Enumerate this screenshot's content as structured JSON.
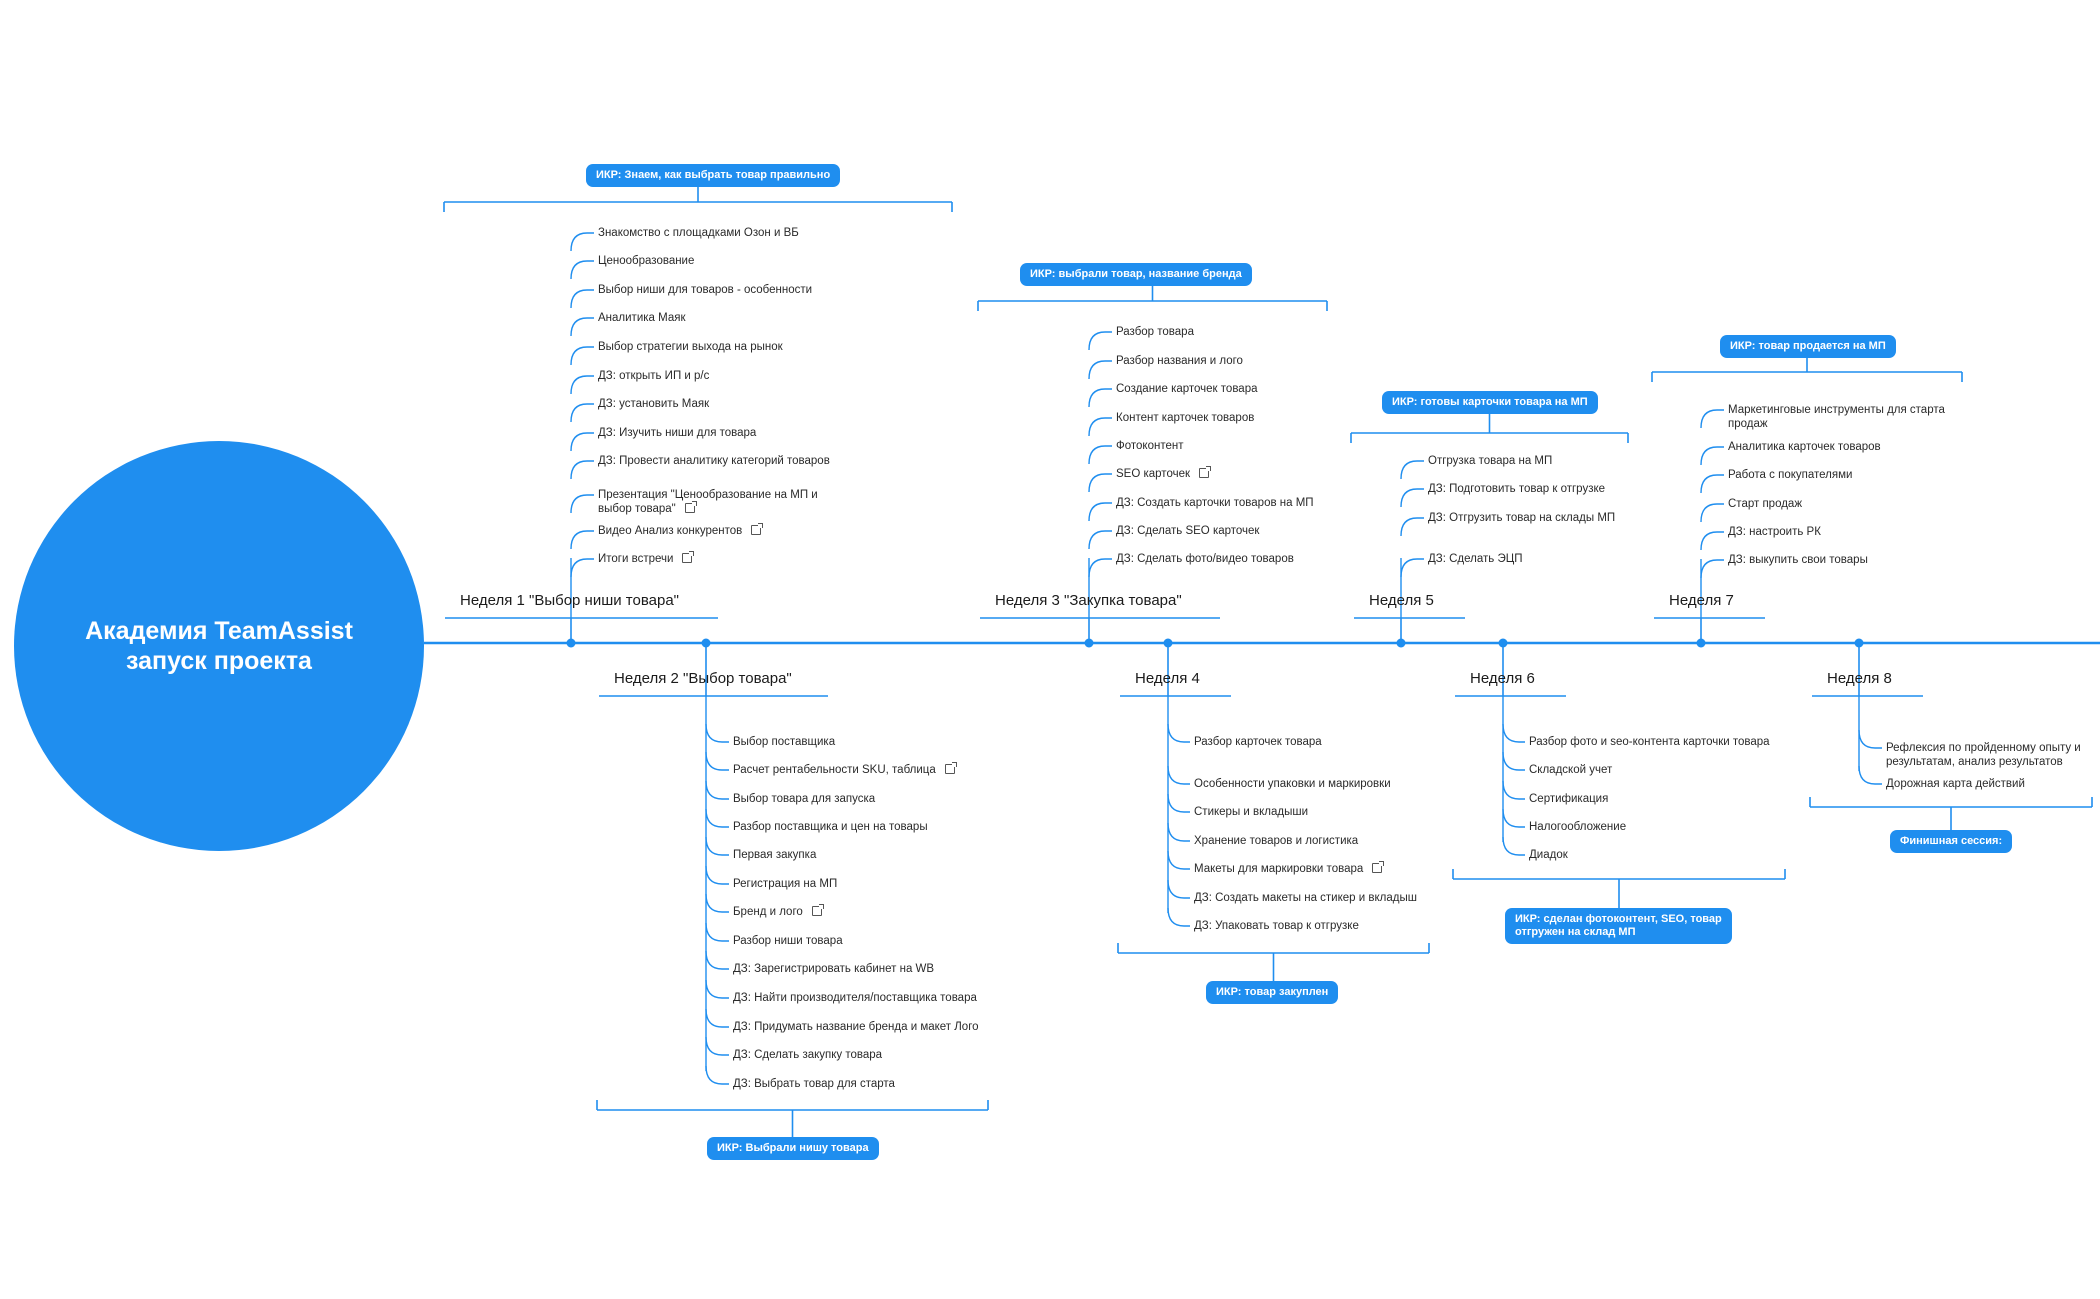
{
  "center": {
    "line1": "Академия TeamAssist",
    "line2": "запуск проекта"
  },
  "colors": {
    "accent": "#1f8eef",
    "text": "#1b1b1b"
  },
  "weeks": [
    {
      "id": "w1",
      "title": "Неделя 1 \"Выбор ниши товара\"",
      "ikr": "ИКР: Знаем, как выбрать товар правильно",
      "items": [
        {
          "text": "Знакомство с площадками Озон и ВБ"
        },
        {
          "text": "Ценообразование"
        },
        {
          "text": "Выбор ниши для товаров - особенности"
        },
        {
          "text": "Аналитика Маяк"
        },
        {
          "text": "Выбор стратегии выхода на рынок"
        },
        {
          "text": "ДЗ: открыть ИП и р/с"
        },
        {
          "text": "ДЗ: установить Маяк"
        },
        {
          "text": "ДЗ: Изучить ниши для товара"
        },
        {
          "text": "ДЗ: Провести аналитику категорий товаров"
        },
        {
          "text": "Презентация \"Ценообразование на МП и\nвыбор товара\"",
          "link": true
        },
        {
          "text": "Видео Анализ конкурентов",
          "link": true
        },
        {
          "text": "Итоги встречи",
          "link": true
        }
      ]
    },
    {
      "id": "w2",
      "title": "Неделя 2 \"Выбор товара\"",
      "ikr": "ИКР: Выбрали нишу товара",
      "items": [
        {
          "text": "Выбор поставщика"
        },
        {
          "text": "Расчет рентабельности SKU, таблица",
          "link": true
        },
        {
          "text": "Выбор товара для запуска"
        },
        {
          "text": "Разбор поставщика и цен на товары"
        },
        {
          "text": "Первая закупка"
        },
        {
          "text": "Регистрация на МП"
        },
        {
          "text": "Бренд и лого",
          "link": true
        },
        {
          "text": "Разбор ниши товара"
        },
        {
          "text": "ДЗ: Зарегистрировать кабинет на WB"
        },
        {
          "text": "ДЗ: Найти производителя/поставщика товара"
        },
        {
          "text": "ДЗ: Придумать название бренда и макет Лого"
        },
        {
          "text": "ДЗ: Сделать закупку товара"
        },
        {
          "text": "ДЗ: Выбрать товар для старта"
        }
      ]
    },
    {
      "id": "w3",
      "title": "Неделя 3 \"Закупка товара\"",
      "ikr": "ИКР: выбрали товар, название бренда",
      "items": [
        {
          "text": "Разбор товара"
        },
        {
          "text": "Разбор названия и лого"
        },
        {
          "text": "Создание карточек товара"
        },
        {
          "text": "Контент карточек товаров"
        },
        {
          "text": "Фотоконтент"
        },
        {
          "text": "SEO карточек",
          "link": true
        },
        {
          "text": "ДЗ: Создать карточки товаров на МП"
        },
        {
          "text": "ДЗ: Сделать SEO карточек"
        },
        {
          "text": "ДЗ: Сделать фото/видео товаров"
        }
      ]
    },
    {
      "id": "w4",
      "title": "Неделя 4",
      "ikr": "ИКР: товар закуплен",
      "items": [
        {
          "text": "Разбор карточек товара"
        },
        {
          "text": "Особенности упаковки и маркировки"
        },
        {
          "text": "Стикеры и вкладыши"
        },
        {
          "text": "Хранение товаров и логистика"
        },
        {
          "text": "Макеты для маркировки товара",
          "link": true
        },
        {
          "text": "ДЗ: Создать макеты на стикер и вкладыш"
        },
        {
          "text": "ДЗ: Упаковать товар к отгрузке"
        }
      ]
    },
    {
      "id": "w5",
      "title": "Неделя 5",
      "ikr": "ИКР: готовы карточки товара на МП",
      "items": [
        {
          "text": "Отгрузка товара на МП"
        },
        {
          "text": "ДЗ: Подготовить товар к отгрузке"
        },
        {
          "text": "ДЗ: Отгрузить товар на склады МП"
        },
        {
          "text": "ДЗ: Сделать ЭЦП"
        }
      ]
    },
    {
      "id": "w6",
      "title": "Неделя 6",
      "ikr": "ИКР: сделан фотоконтент, SEO, товар\nотгружен на склад МП",
      "items": [
        {
          "text": "Разбор фото и seo-контента карточки товара"
        },
        {
          "text": "Складской учет"
        },
        {
          "text": "Сертификация"
        },
        {
          "text": "Налогообложение"
        },
        {
          "text": "Диадок"
        }
      ]
    },
    {
      "id": "w7",
      "title": "Неделя 7",
      "ikr": "ИКР: товар продается на МП",
      "items": [
        {
          "text": "Маркетинговые инструменты для старта\nпродаж"
        },
        {
          "text": "Аналитика карточек товаров"
        },
        {
          "text": "Работа с покупателями"
        },
        {
          "text": "Старт продаж"
        },
        {
          "text": "ДЗ: настроить РК"
        },
        {
          "text": "ДЗ: выкупить свои товары"
        }
      ]
    },
    {
      "id": "w8",
      "title": "Неделя 8",
      "ikr": "Финишная сессия:",
      "items": [
        {
          "text": "Рефлексия по пройденному опыту и\nрезультатам, анализ результатов"
        },
        {
          "text": "Дорожная карта действий"
        }
      ]
    }
  ]
}
